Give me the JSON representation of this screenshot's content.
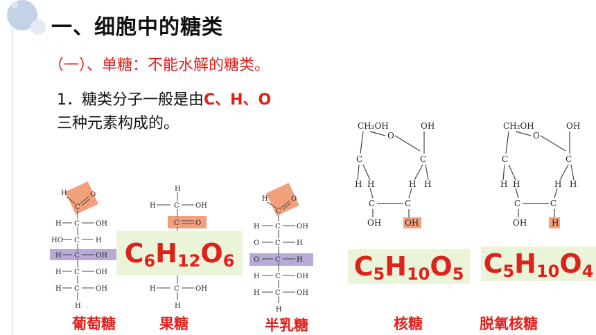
{
  "title": "一、细胞中的糖类",
  "subtitle": "（一）、单糖：不能水解的糖类。",
  "body": {
    "line1_prefix": "1．糖类分子一般是由",
    "line1_elements": "C、H、O",
    "line2": "三种元素构成的。"
  },
  "formulas": {
    "hexose": {
      "c": "C",
      "c_n": "6",
      "h": "H",
      "h_n": "12",
      "o": "O",
      "o_n": "6"
    },
    "ribose": {
      "c": "C",
      "c_n": "5",
      "h": "H",
      "h_n": "10",
      "o": "O",
      "o_n": "5"
    },
    "deoxyribose": {
      "c": "C",
      "c_n": "5",
      "h": "H",
      "h_n": "10",
      "o": "O",
      "o_n": "4"
    }
  },
  "labels": {
    "glucose": "葡萄糖",
    "fructose": "果糖",
    "galactose": "半乳糖",
    "ribose": "核糖",
    "deoxyribose": "脱氧核糖"
  },
  "ring_text": {
    "ch2oh": "CH₂OH",
    "oh": "OH",
    "o": "O",
    "c": "C",
    "h": "H"
  },
  "colors": {
    "highlight_orange": "#f2a07b",
    "highlight_purple": "#b9a9d6",
    "formula_bg": "#eaf4d8",
    "red": "#e0201b"
  }
}
